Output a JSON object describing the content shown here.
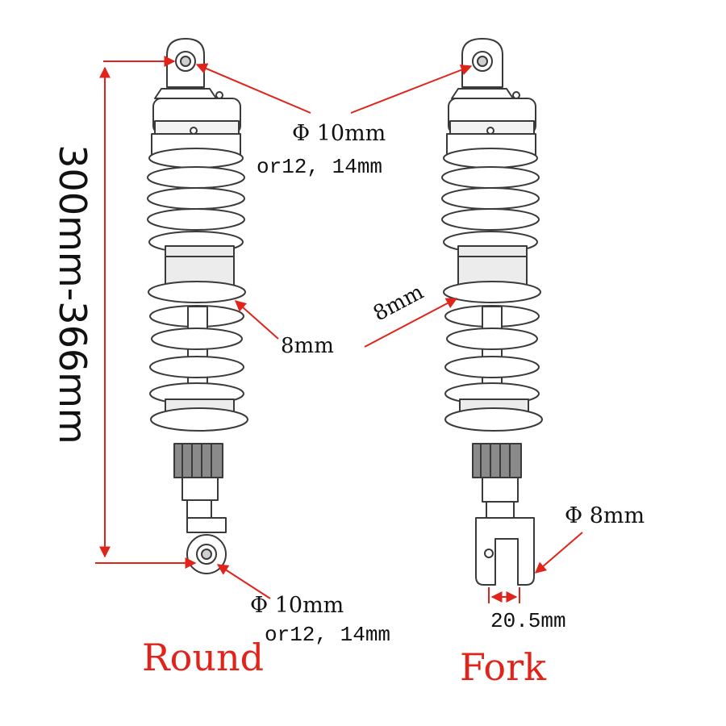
{
  "length_label": "300mm-366mm",
  "top_eye_label": {
    "line1": "Φ 10mm",
    "line2": "or12, 14mm"
  },
  "spring_wire_left": "8mm",
  "spring_wire_right": "8mm",
  "bottom_eye_label": {
    "line1": "Φ 10mm",
    "line2": "or12, 14mm"
  },
  "fork_bolt_label": "Φ 8mm",
  "fork_gap_label": "20.5mm",
  "type_round": "Round",
  "type_fork": "Fork",
  "colors": {
    "arrow": "#e0241b",
    "type_text": "#e0241b",
    "outline": "#3a3a3a"
  }
}
